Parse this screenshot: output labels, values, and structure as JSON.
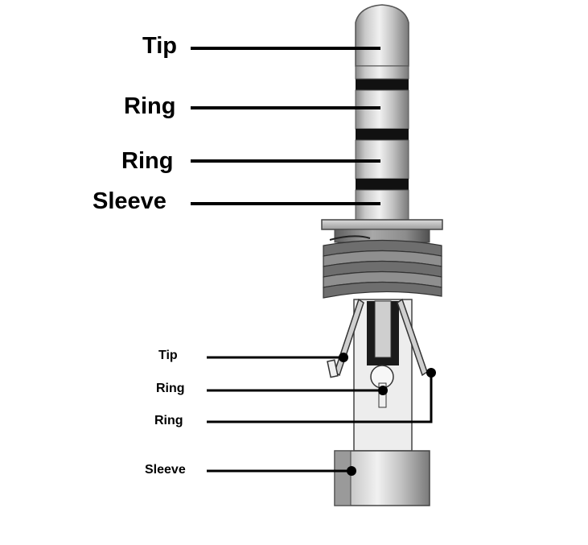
{
  "colors": {
    "line": "#000000",
    "metal_light": "#e4e4e4",
    "metal_mid": "#b5b5b5",
    "metal_dark": "#6f6f6f",
    "band": "#111111",
    "background": "#ffffff"
  },
  "plug_labels": [
    {
      "id": "tip",
      "text": "Tip"
    },
    {
      "id": "ring1",
      "text": "Ring"
    },
    {
      "id": "ring2",
      "text": "Ring"
    },
    {
      "id": "sleeve",
      "text": "Sleeve"
    }
  ],
  "connector_labels": [
    {
      "id": "tip",
      "text": "Tip"
    },
    {
      "id": "ring1",
      "text": "Ring"
    },
    {
      "id": "ring2",
      "text": "Ring"
    },
    {
      "id": "sleeve",
      "text": "Sleeve"
    }
  ]
}
